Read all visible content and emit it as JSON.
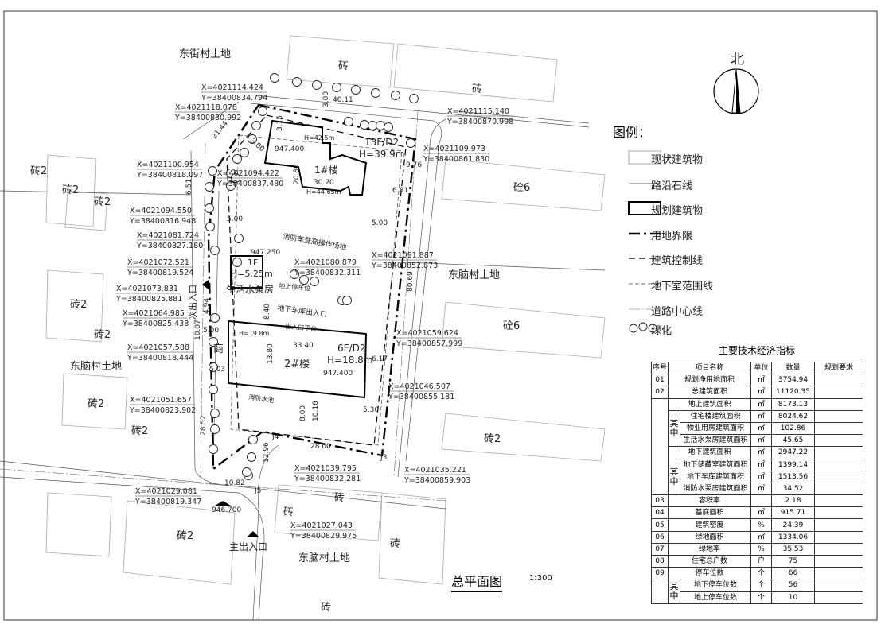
{
  "north": "北",
  "legend": {
    "title": "图例：",
    "items": [
      "现状建筑物",
      "路沿石线",
      "规划建筑物",
      "用地界限",
      "建筑控制线",
      "地下室范围线",
      "道路中心线",
      "绿化"
    ]
  },
  "plan_title": "总平面图",
  "scale": "1:300",
  "places": [
    "东街村土地",
    "东脑村土地",
    "东脑村土地",
    "东脑村土地",
    "砖",
    "砖",
    "砖2",
    "砖2",
    "砖2",
    "砖2",
    "砖2",
    "砖2",
    "砖2",
    "砖2",
    "砖",
    "砖",
    "砖",
    "砖",
    "砼6",
    "砼6",
    "砖2",
    "砖"
  ],
  "coords": [
    [
      "X=4021114.424",
      "Y=38400834.794"
    ],
    [
      "X=4021118.078",
      "Y=38400830.992"
    ],
    [
      "X=4021115.140",
      "Y=38400870.998"
    ],
    [
      "X=4021109.973",
      "Y=38400861.830"
    ],
    [
      "X=4021100.954",
      "Y=38400818.097"
    ],
    [
      "X=4021094.422",
      "Y=38400837.480"
    ],
    [
      "X=4021094.550",
      "Y=38400816.948"
    ],
    [
      "X=4021081.724",
      "Y=38400827.180"
    ],
    [
      "X=4021091.887",
      "Y=38400852.873"
    ],
    [
      "X=4021080.879",
      "Y=38400832.311"
    ],
    [
      "X=4021072.521",
      "Y=38400819.524"
    ],
    [
      "X=4021073.831",
      "Y=38400825.881"
    ],
    [
      "X=4021064.985",
      "Y=38400825.438"
    ],
    [
      "X=4021057.588",
      "Y=38400818.444"
    ],
    [
      "X=4021059.624",
      "Y=38400857.999"
    ],
    [
      "X=4021046.507",
      "Y=38400855.181"
    ],
    [
      "X=4021051.657",
      "Y=38400823.902"
    ],
    [
      "X=4021039.795",
      "Y=38400832.281"
    ],
    [
      "X=4021035.221",
      "Y=38400859.903"
    ],
    [
      "X=4021029.081",
      "Y=38400819.347"
    ],
    [
      "X=4021027.043",
      "Y=38400829.975"
    ]
  ],
  "buildings": {
    "b1": {
      "name": "1#楼",
      "floors": "13F/D2",
      "height": "H=39.9m",
      "h2": "H=42.5m",
      "h3": "H=44.65m",
      "elev": "947.400",
      "len": "30.20",
      "wid": "20.80"
    },
    "b2": {
      "name": "2#楼",
      "floors": "6F/D2",
      "height": "H=18.8m",
      "h2": "H=19.8m",
      "elev": "947.400",
      "len": "33.40",
      "wid": "13.80"
    },
    "pump": {
      "name": "生活水泵房",
      "floors": "1F",
      "height": "H=5.25m",
      "elev": "947.250"
    }
  },
  "annotations": [
    "消防车登高操作场地",
    "地上停车位",
    "地下车库出入口",
    "出入口平台",
    "消防水池",
    "次出入口",
    "主出入口",
    "946.700",
    "商"
  ],
  "dims": [
    "40.11",
    "3.00",
    "3.15",
    "21.44",
    "3.00",
    "6.51",
    "5.00",
    "9.76",
    "6.81",
    "5.00",
    "80.69",
    "9.76",
    "4.94",
    "10.07",
    "5.00",
    "5.03",
    "6.17",
    "28.52",
    "8.00",
    "10.16",
    "5.30",
    "28.00",
    "12.96",
    "10.82",
    "J3",
    "J4",
    "J5",
    "8.40"
  ],
  "table": {
    "title": "主要技术经济指标",
    "headers": [
      "序号",
      "项目名称",
      "单位",
      "数量",
      "规划要求"
    ],
    "sub_label": "其中",
    "rows": [
      {
        "no": "01",
        "name": "规划净用地面积",
        "unit": "㎡",
        "value": "3754.94"
      },
      {
        "no": "02",
        "name": "总建筑面积",
        "unit": "㎡",
        "value": "11120.35"
      },
      {
        "no": "",
        "name": "地上建筑面积",
        "unit": "㎡",
        "value": "8173.13"
      },
      {
        "no": "",
        "name": "住宅楼建筑面积",
        "unit": "㎡",
        "value": "8024.62"
      },
      {
        "no": "",
        "name": "物业用房建筑面积",
        "unit": "㎡",
        "value": "102.86"
      },
      {
        "no": "",
        "name": "生活水泵房建筑面积",
        "unit": "㎡",
        "value": "45.65"
      },
      {
        "no": "",
        "name": "地下建筑面积",
        "unit": "㎡",
        "value": "2947.22"
      },
      {
        "no": "",
        "name": "地下储藏室建筑面积",
        "unit": "㎡",
        "value": "1399.14"
      },
      {
        "no": "",
        "name": "地下车库建筑面积",
        "unit": "㎡",
        "value": "1513.56"
      },
      {
        "no": "",
        "name": "消防水泵房建筑面积",
        "unit": "㎡",
        "value": "34.52"
      },
      {
        "no": "03",
        "name": "容积率",
        "unit": "",
        "value": "2.18"
      },
      {
        "no": "04",
        "name": "基底面积",
        "unit": "㎡",
        "value": "915.71"
      },
      {
        "no": "05",
        "name": "建筑密度",
        "unit": "%",
        "value": "24.39"
      },
      {
        "no": "06",
        "name": "绿地面积",
        "unit": "㎡",
        "value": "1334.06"
      },
      {
        "no": "07",
        "name": "绿地率",
        "unit": "%",
        "value": "35.53"
      },
      {
        "no": "08",
        "name": "住宅总户数",
        "unit": "户",
        "value": "75"
      },
      {
        "no": "09",
        "name": "停车位数",
        "unit": "个",
        "value": "66"
      },
      {
        "no": "",
        "name": "地下停车位数",
        "unit": "个",
        "value": "56"
      },
      {
        "no": "",
        "name": "地上停车位数",
        "unit": "个",
        "value": "10"
      }
    ]
  }
}
